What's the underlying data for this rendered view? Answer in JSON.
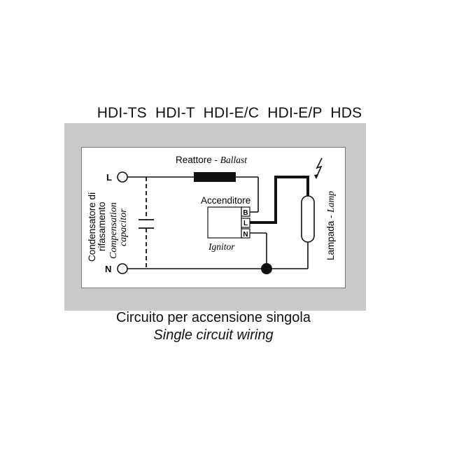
{
  "header": {
    "models": "HDI-TS  HDI-T  HDI-E/C  HDI-E/P  HDS"
  },
  "labels": {
    "line": "L",
    "neutral": "N",
    "ballast_it": "Reattore - ",
    "ballast_en": "Ballast",
    "ignitor_it": "Accenditore",
    "ignitor_en": "Ignitor",
    "terminal_b": "B",
    "terminal_l": "L",
    "terminal_n": "N",
    "capacitor_it_line1": "Condensatore di",
    "capacitor_it_line2": "rifasamento",
    "capacitor_en_line1": "Compensation",
    "capacitor_en_line2": "capacitor",
    "lamp_it": "Lampada - ",
    "lamp_en": "Lamp"
  },
  "caption": {
    "line1": "Circuito per accensione singola",
    "line2": "Single circuit wiring"
  },
  "colors": {
    "panel": "#c9c9c9",
    "inner": "#ffffff",
    "ink": "#111111"
  }
}
